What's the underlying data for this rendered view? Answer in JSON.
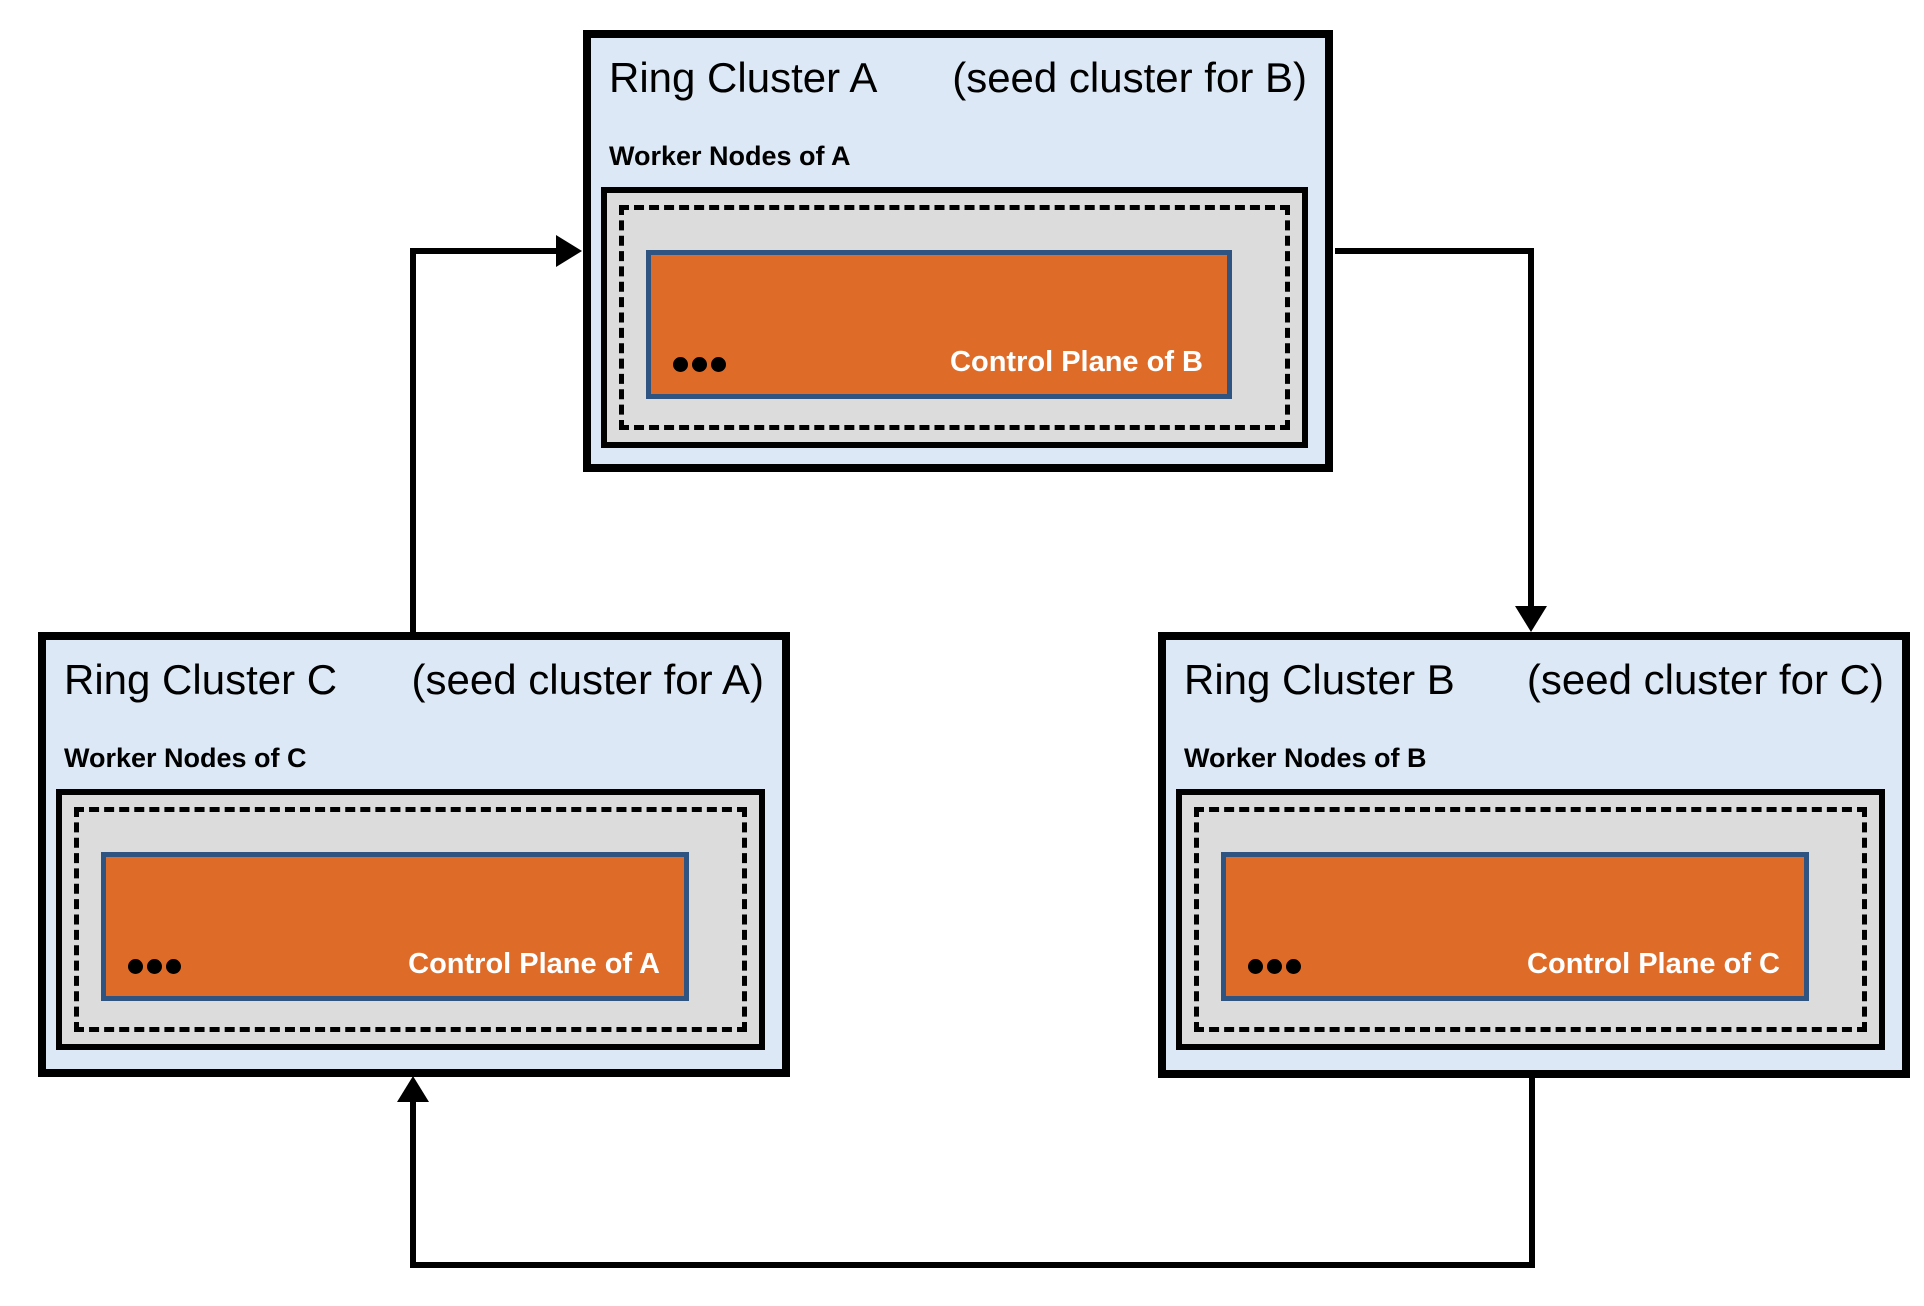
{
  "colors": {
    "cluster_fill": "#dce8f5",
    "cluster_border": "#000000",
    "node_fill": "#dcdcdc",
    "node_border": "#000000",
    "control_fill": "#df6b28",
    "control_border": "#2f5481",
    "arrow": "#000000",
    "control_label_color": "#ffffff"
  },
  "icons": {
    "ellipsis": "•••"
  },
  "clusters": [
    {
      "id": "A",
      "title": "Ring Cluster A",
      "subtitle": "(seed cluster for B)",
      "worker_label": "Worker Nodes of A",
      "control_label": "Control Plane of B"
    },
    {
      "id": "C",
      "title": "Ring Cluster C",
      "subtitle": "(seed cluster for A)",
      "worker_label": "Worker Nodes of C",
      "control_label": "Control Plane of A"
    },
    {
      "id": "B",
      "title": "Ring Cluster B",
      "subtitle": "(seed cluster for C)",
      "worker_label": "Worker Nodes of B",
      "control_label": "Control Plane of C"
    }
  ],
  "arrows": [
    {
      "from": "C",
      "to": "A"
    },
    {
      "from": "A",
      "to": "B"
    },
    {
      "from": "B",
      "to": "C"
    }
  ]
}
